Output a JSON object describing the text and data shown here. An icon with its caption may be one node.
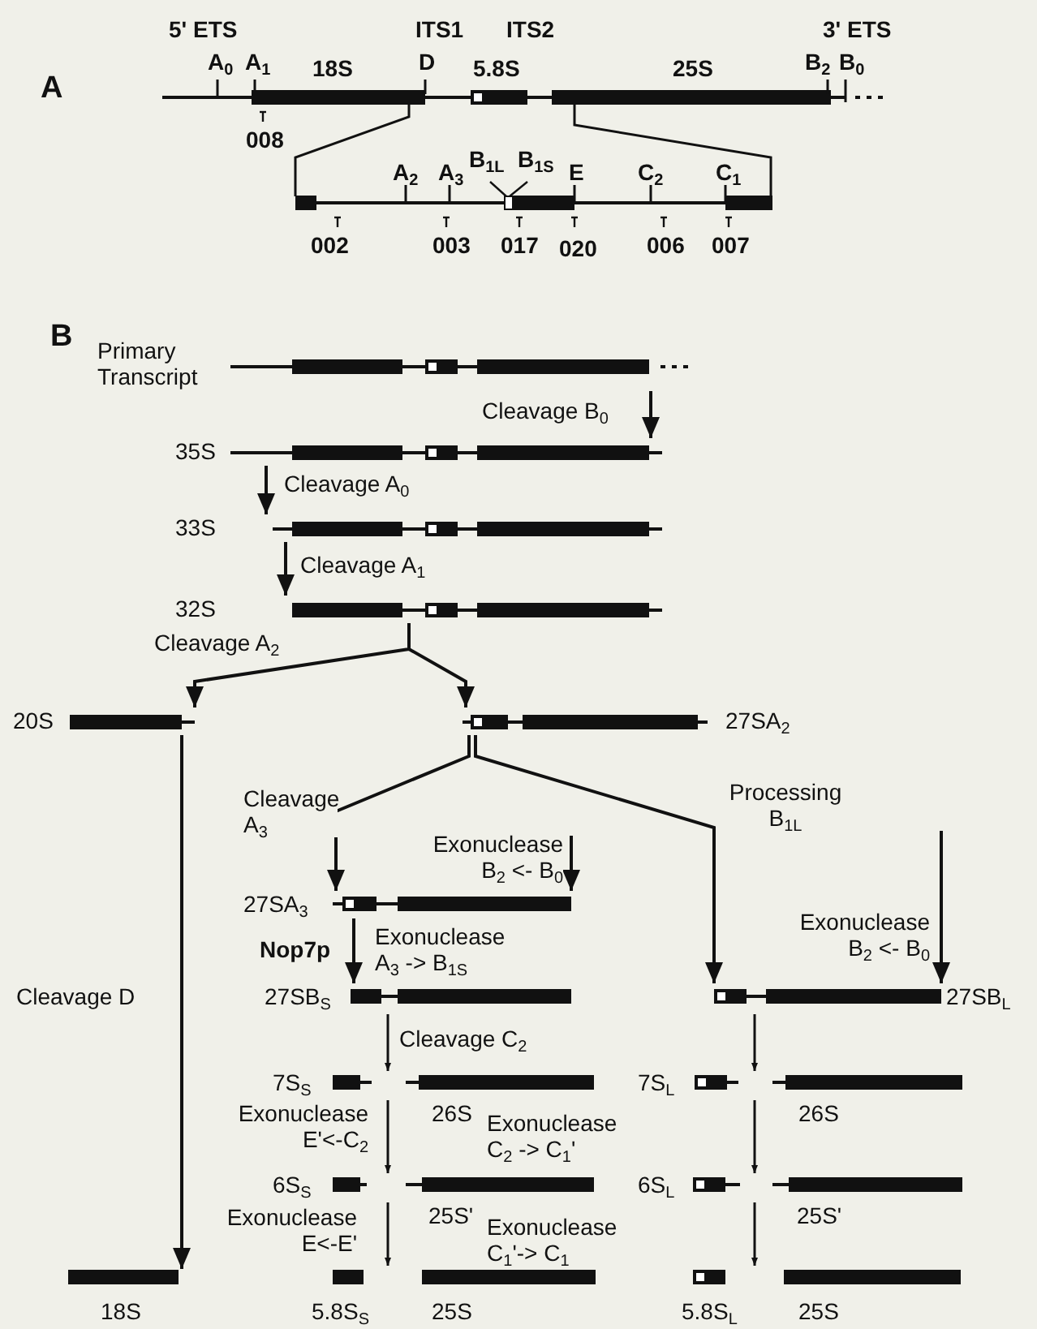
{
  "diagram": {
    "nodes": [
      {
        "text": [
          "Primary Transcript"
        ]
      },
      {
        "text": [
          "35S"
        ]
      },
      {
        "text": [
          "33S"
        ]
      },
      {
        "text": [
          "32S"
        ]
      },
      {
        "text": [
          "20S"
        ]
      },
      {
        "text": [
          "27SA$_{2}$"
        ]
      },
      {
        "text": [
          "27SA$_{3}$"
        ]
      },
      {
        "text": [
          "27SB$_{S}$"
        ]
      },
      {
        "text": [
          "27SB$_{L}$"
        ]
      },
      {
        "text": [
          "7S$_{S}$"
        ]
      },
      {
        "text": [
          "26S"
        ]
      },
      {
        "text": [
          "7S$_{L}$"
        ]
      },
      {
        "text": [
          "26S"
        ]
      },
      {
        "text": [
          "6S$_{S}$"
        ]
      },
      {
        "text": [
          "25S'"
        ]
      },
      {
        "text": [
          "6S$_{L}$"
        ]
      },
      {
        "text": [
          "25S'"
        ]
      },
      {
        "text": [
          "18S"
        ]
      },
      {
        "text": [
          "5.8S$_{S}$"
        ]
      },
      {
        "text": [
          "25S"
        ]
      },
      {
        "text": [
          "5.8S$_{L}$"
        ]
      },
      {
        "text": [
          "25S"
        ]
      }
    ],
    "edges": [
      {
        "from": 0,
        "to": 1,
        "arrow": "to",
        "label": "Cleavage B$_{0}$"
      },
      {
        "from": 1,
        "to": 2,
        "arrow": "to",
        "label": "Cleavage A$_{0}$"
      },
      {
        "from": 2,
        "to": 3,
        "arrow": "to",
        "label": "Cleavage A$_{1}$"
      },
      {
        "from": 3,
        "to": 4,
        "arrow": "to",
        "label": "Cleavage A$_{2}$"
      },
      {
        "from": 3,
        "to": 5,
        "arrow": "to"
      },
      {
        "from": 4,
        "to": 17,
        "arrow": "to",
        "label": "Cleavage D"
      },
      {
        "from": 5,
        "to": 6,
        "arrow": "to",
        "label": "Cleavage A$_{3}$"
      },
      {
        "from": 5,
        "to": 8,
        "arrow": "to",
        "label": "Processing B$_{1L}$"
      },
      {
        "from": null,
        "to": 6,
        "arrow": "to",
        "label": "Exonuclease B$_{2}$ <- B$_{0}$"
      },
      {
        "from": 6,
        "to": 7,
        "arrow": "to",
        "label": "Exonuclease A$_{3}$ -> B$_{1S}$"
      },
      {
        "from": null,
        "to": 8,
        "arrow": "to",
        "label": "Exonuclease B$_{2}$ <- B$_{0}$"
      },
      {
        "from": 7,
        "to": 9,
        "arrow": "to",
        "label": "Cleavage C$_{2}$"
      },
      {
        "from": 7,
        "to": 10,
        "arrow": "to"
      },
      {
        "from": 9,
        "to": 13,
        "arrow": "to",
        "label": "Exonuclease E'<-C$_{2}$"
      },
      {
        "from": 10,
        "to": 14,
        "arrow": "to",
        "label": "Exonuclease C$_{2}$ -> C$_{1}$'"
      },
      {
        "from": 13,
        "to": 18,
        "arrow": "to",
        "label": "Exonuclease E<-E'"
      },
      {
        "from": 14,
        "to": 19,
        "arrow": "to",
        "label": "Exonuclease C$_{1}$'-> C$_{1}$"
      },
      {
        "from": 8,
        "to": 11,
        "arrow": "to"
      },
      {
        "from": 8,
        "to": 12,
        "arrow": "to"
      },
      {
        "from": 11,
        "to": 15,
        "arrow": "to"
      },
      {
        "from": 12,
        "to": 16,
        "arrow": "to"
      },
      {
        "from": 15,
        "to": 20,
        "arrow": "to"
      },
      {
        "from": 16,
        "to": 21,
        "arrow": "to"
      }
    ],
    "labels": [
      "A",
      "5' ETS",
      "ITS1",
      "ITS2",
      "3' ETS",
      "A$_{0}$",
      "A$_{1}$",
      "18S",
      "D",
      "5.8S",
      "25S",
      "B$_{2}$",
      "B$_{0}$",
      "008",
      "A$_{2}$",
      "A$_{3}$",
      "B$_{1L}$",
      "B$_{1S}$",
      "E",
      "C$_{2}$",
      "C$_{1}$",
      "002",
      "003",
      "017",
      "020",
      "006",
      "007",
      "B",
      "Nop7p"
    ]
  }
}
